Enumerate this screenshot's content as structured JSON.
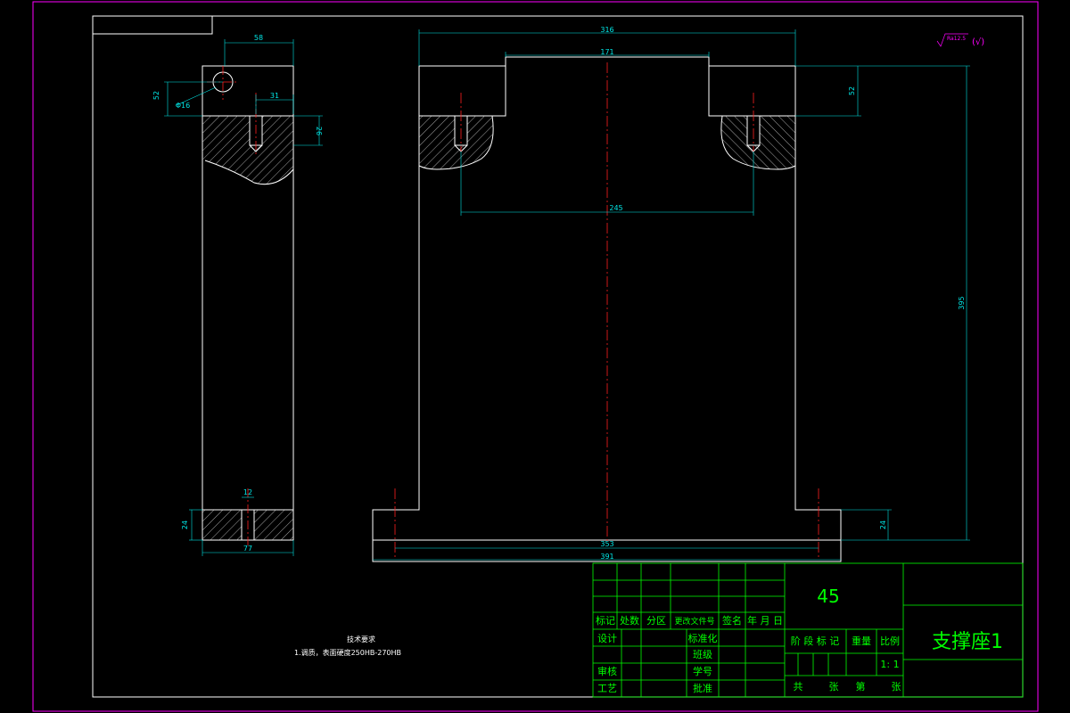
{
  "dimensions": {
    "side": {
      "top_width": "58",
      "hole_dia": "Φ16",
      "hole_height": "52",
      "hole_offset": "31",
      "slot_depth": "26",
      "slot_width": "12",
      "base_thickness": "24",
      "base_width": "77"
    },
    "front": {
      "overall_width": "316",
      "inner_width": "171",
      "step_height": "52",
      "bolt_spacing": "245",
      "total_height": "395",
      "base_thickness": "24",
      "base_inner": "353",
      "base_outer": "391"
    }
  },
  "surface_finish": {
    "value": "Ra12.5",
    "mark": "(√)"
  },
  "technical_requirements": {
    "title": "技术要求",
    "line1": "1.调质，表面硬度250HB-270HB"
  },
  "title_block": {
    "material": "45",
    "part_name": "支撑座1",
    "revision_header": [
      "标记",
      "处数",
      "分区",
      "更改文件号",
      "签名",
      "年 月 日"
    ],
    "left_labels": [
      "设计",
      "",
      "审核",
      "工艺"
    ],
    "mid_labels": [
      "标准化",
      "班级",
      "学号",
      "批准"
    ],
    "stage_headers": [
      "阶 段 标 记",
      "重量",
      "比例"
    ],
    "scale": "1: 1",
    "sheet_row": [
      "共",
      "张",
      "第",
      "张"
    ]
  }
}
